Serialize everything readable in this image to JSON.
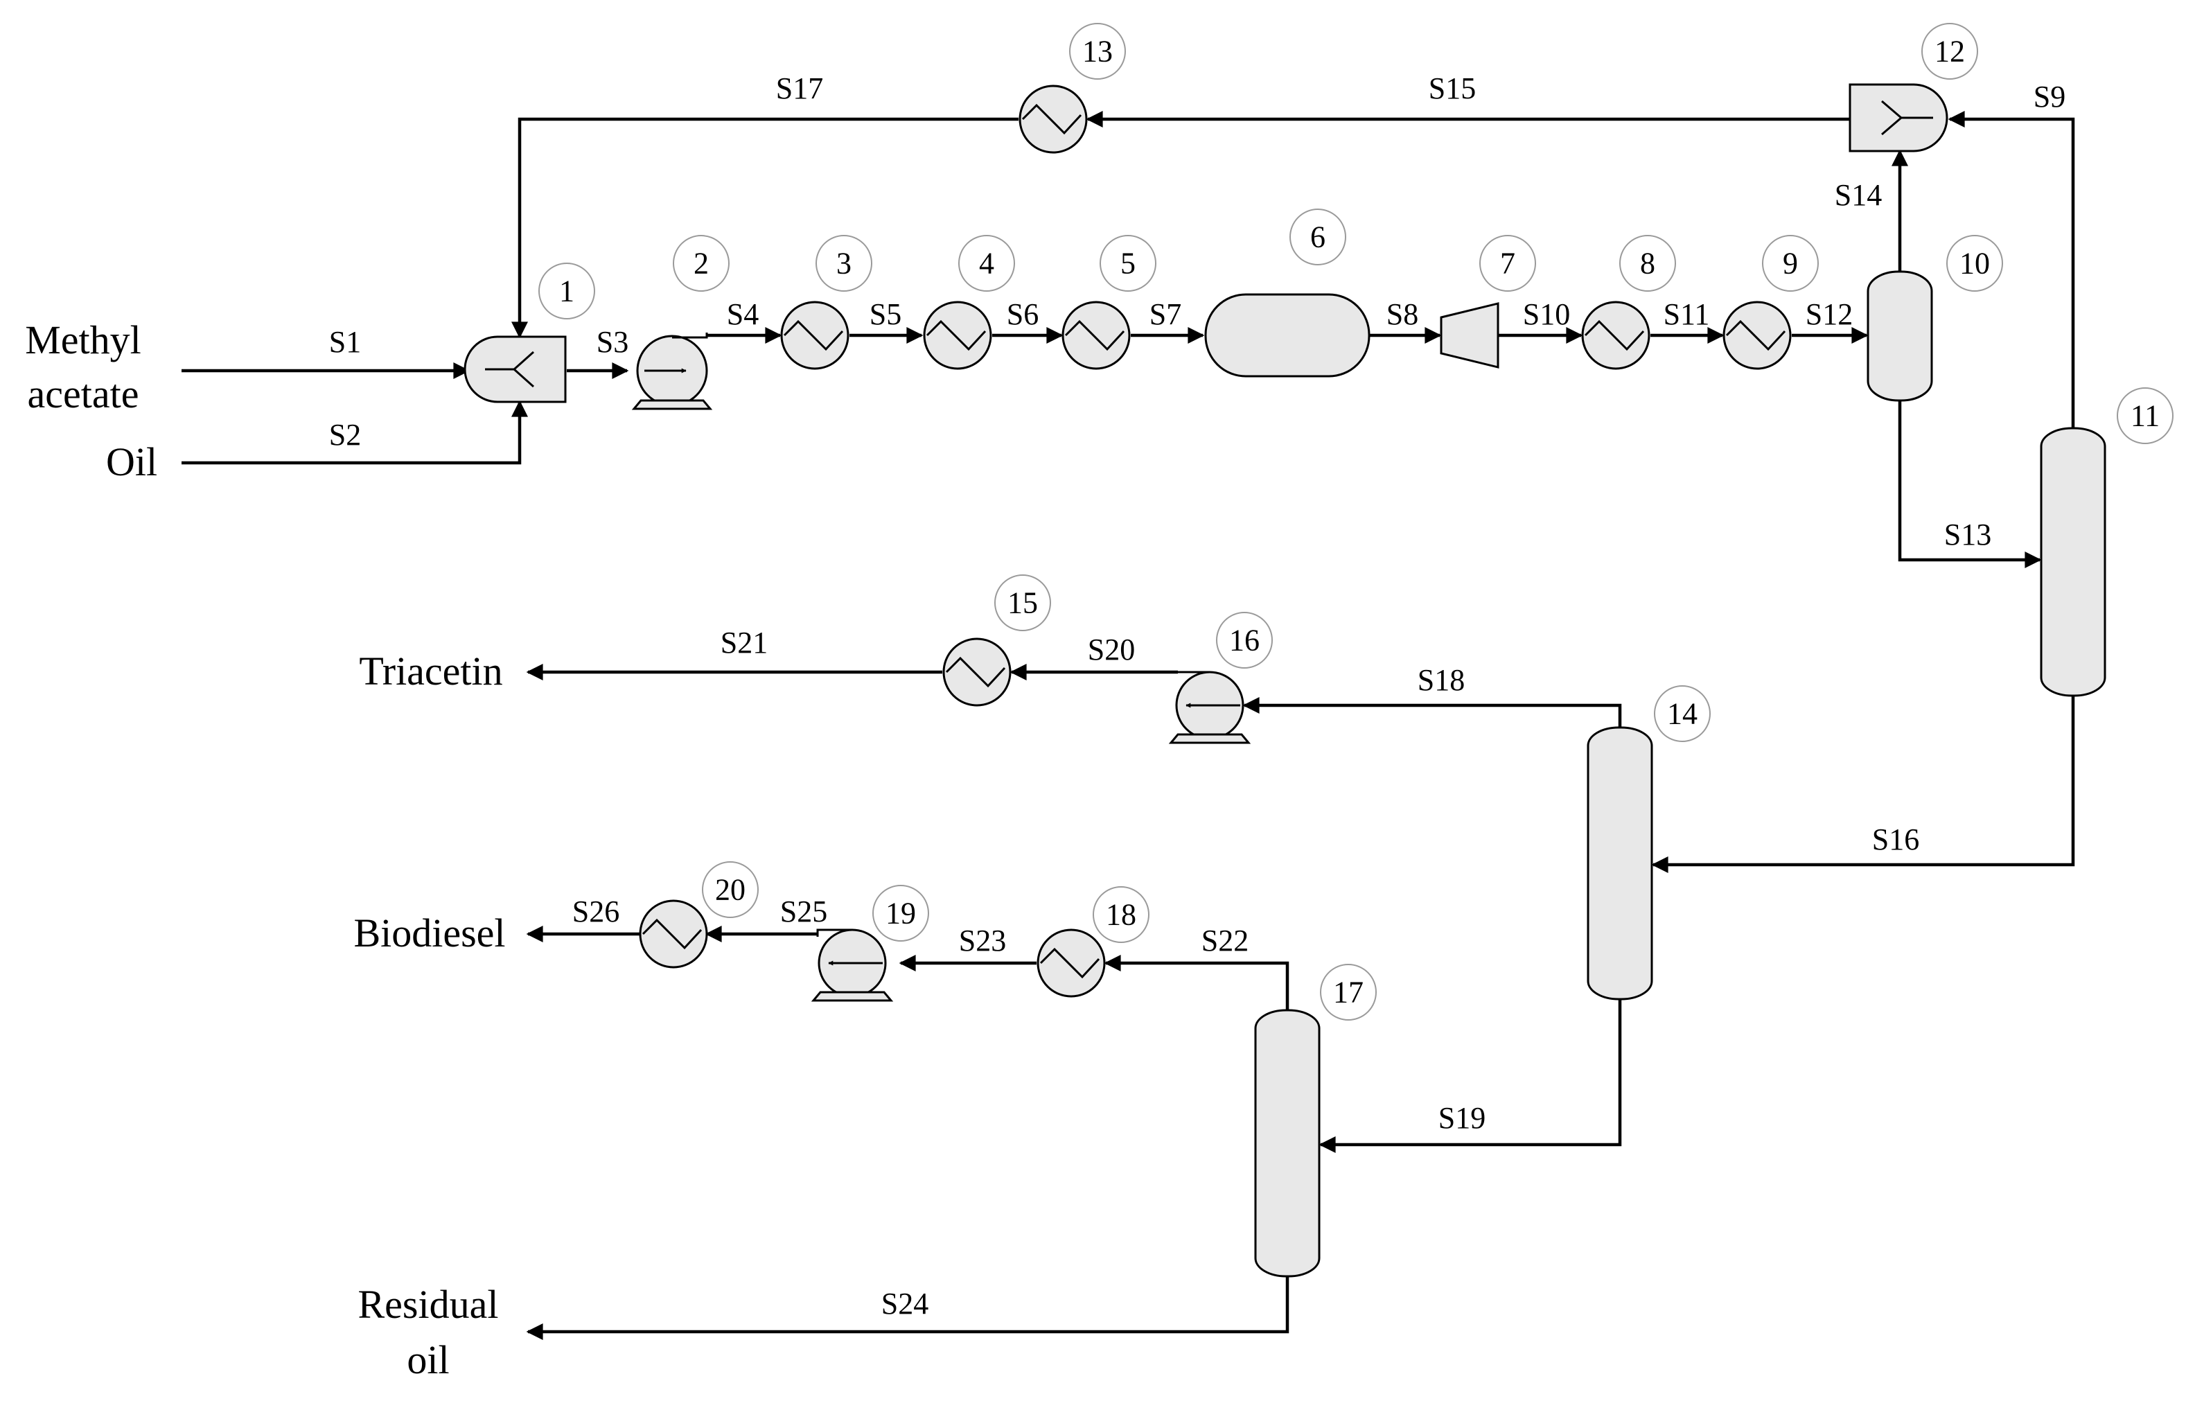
{
  "inputs": {
    "methyl_line1": "Methyl",
    "methyl_line2": "acetate",
    "oil": "Oil"
  },
  "outputs": {
    "triacetin": "Triacetin",
    "biodiesel": "Biodiesel",
    "residual_line1": "Residual",
    "residual_line2": "oil"
  },
  "streams": {
    "S1": "S1",
    "S2": "S2",
    "S3": "S3",
    "S4": "S4",
    "S5": "S5",
    "S6": "S6",
    "S7": "S7",
    "S8": "S8",
    "S9": "S9",
    "S10": "S10",
    "S11": "S11",
    "S12": "S12",
    "S13": "S13",
    "S14": "S14",
    "S15": "S15",
    "S16": "S16",
    "S17": "S17",
    "S18": "S18",
    "S19": "S19",
    "S20": "S20",
    "S21": "S21",
    "S22": "S22",
    "S23": "S23",
    "S24": "S24",
    "S25": "S25",
    "S26": "S26"
  },
  "units": {
    "n1": "1",
    "n2": "2",
    "n3": "3",
    "n4": "4",
    "n5": "5",
    "n6": "6",
    "n7": "7",
    "n8": "8",
    "n9": "9",
    "n10": "10",
    "n11": "11",
    "n12": "12",
    "n13": "13",
    "n14": "14",
    "n15": "15",
    "n16": "16",
    "n17": "17",
    "n18": "18",
    "n19": "19",
    "n20": "20"
  }
}
